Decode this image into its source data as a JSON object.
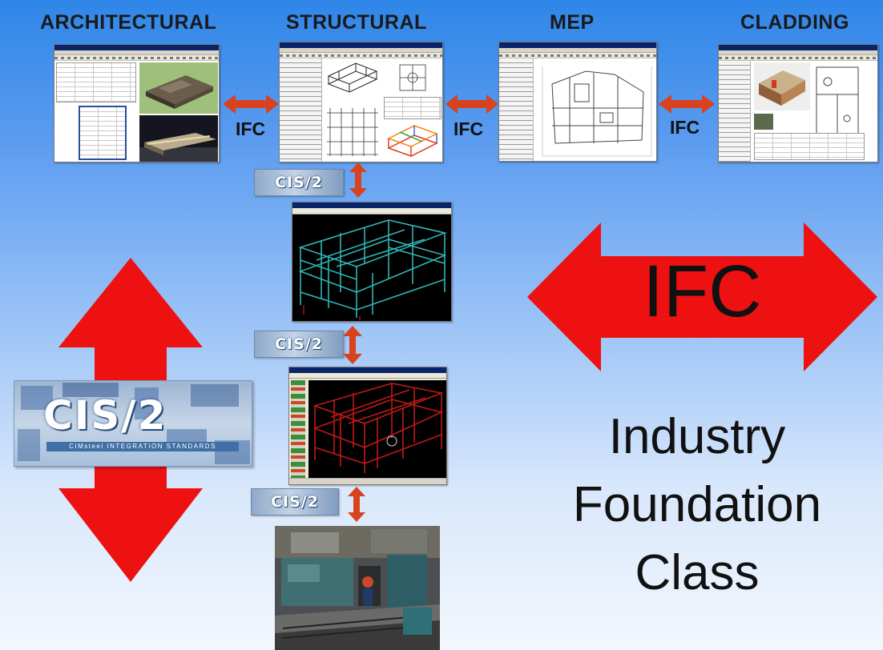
{
  "headers": {
    "architectural": "ARCHITECTURAL",
    "structural": "STRUCTURAL",
    "mep": "MEP",
    "cladding": "CLADDING"
  },
  "links": {
    "ifc_1": "IFC",
    "ifc_2": "IFC",
    "ifc_3": "IFC"
  },
  "badges": {
    "cis_1": "CIS/2",
    "cis_2": "CIS/2",
    "cis_3": "CIS/2"
  },
  "big_arrow_label": "IFC",
  "cis_logo": {
    "title": "CIS/2",
    "subtitle": "CIMsteel INTEGRATION STANDARDS"
  },
  "caption": {
    "line1": "Industry",
    "line2": "Foundation",
    "line3": "Class"
  },
  "colors": {
    "arrow_red": "#ee1111",
    "small_arrow": "#d9421e",
    "wireframe_cyan": "#2fb4b4",
    "wireframe_red": "#c01818"
  }
}
